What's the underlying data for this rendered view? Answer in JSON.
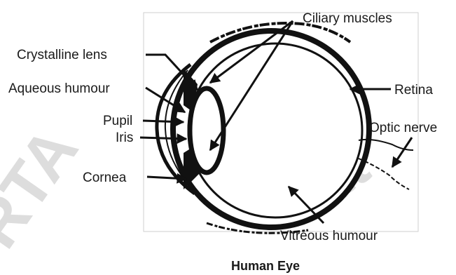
{
  "diagram": {
    "caption": "Human Eye",
    "labels": {
      "ciliary_muscles": "Ciliary muscles",
      "crystalline_lens": "Crystalline lens",
      "aqueous_humour": "Aqueous humour",
      "pupil": "Pupil",
      "iris": "Iris",
      "cornea": "Cornea",
      "retina": "Retina",
      "optic_nerve": "Optic nerve",
      "vitreous_humour": "Vitreous humour"
    }
  },
  "colors": {
    "ink": "#111111",
    "watermark": "#b5b5b5",
    "background": "#ffffff"
  }
}
